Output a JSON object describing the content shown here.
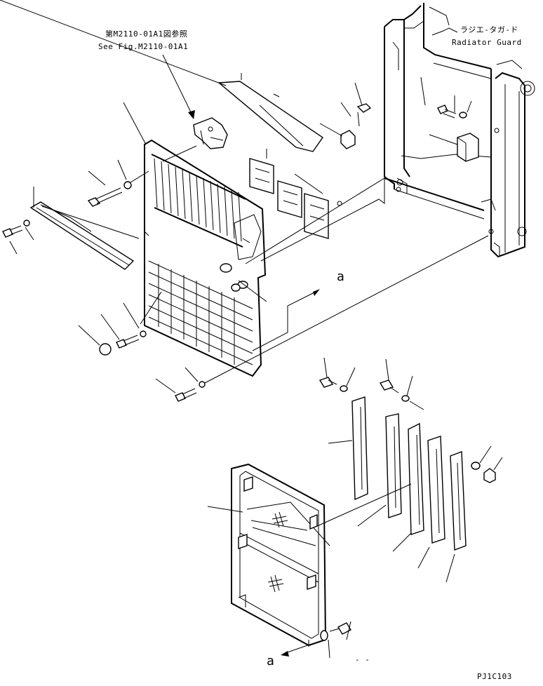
{
  "reference": {
    "jp": "第M2110-01A1図参照",
    "en": "See Fig.M2110-01A1"
  },
  "radiator_guard": {
    "jp": "ラジエ-タガ-ド",
    "en": "Radiator Guard"
  },
  "arrow_label_upper": "a",
  "arrow_label_lower": "a",
  "dash_mark": "- -",
  "drawing_code": "PJ1C103"
}
